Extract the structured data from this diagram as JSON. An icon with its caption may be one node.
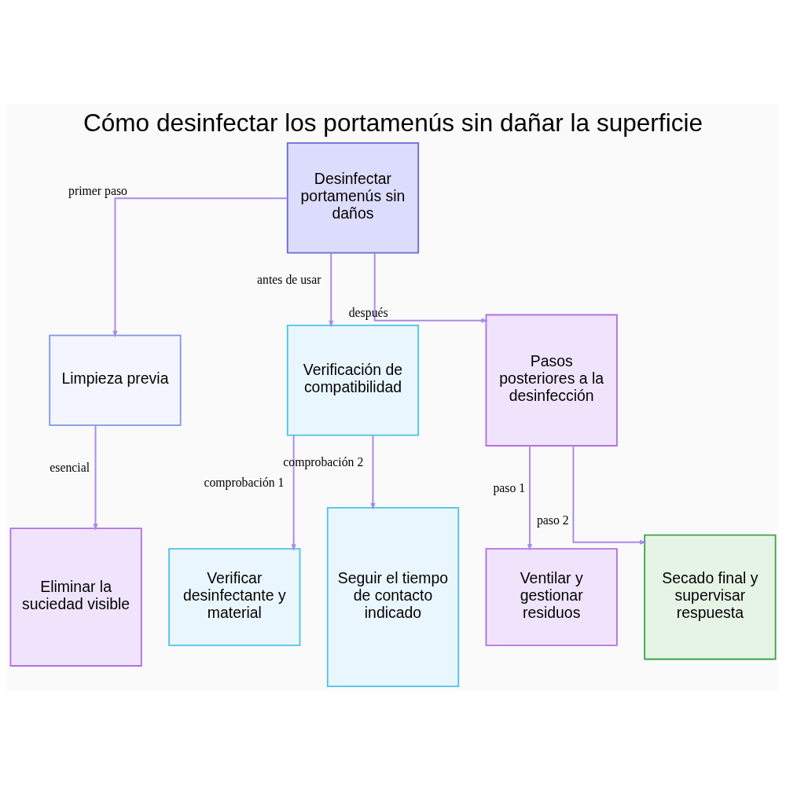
{
  "diagram": {
    "title": "Cómo desinfectar los portamenús sin dañar la superficie",
    "nodes": [
      {
        "text": [
          "Desinfectar portamenús sin daños"
        ]
      },
      {
        "text": [
          "Limpieza previa"
        ]
      },
      {
        "text": [
          "Verificación de compatibilidad"
        ]
      },
      {
        "text": [
          "Pasos posteriores a la desinfección"
        ]
      },
      {
        "text": [
          "Eliminar la suciedad visible"
        ]
      },
      {
        "text": [
          "Verificar desinfectante y material"
        ]
      },
      {
        "text": [
          "Seguir el tiempo de contacto indicado"
        ]
      },
      {
        "text": [
          "Ventilar y gestionar residuos"
        ]
      },
      {
        "text": [
          "Secado final y supervisar respuesta"
        ]
      }
    ],
    "edges": [
      {
        "from": 0,
        "to": 1,
        "arrow": "to",
        "label": "primer paso"
      },
      {
        "from": 0,
        "to": 2,
        "arrow": "to",
        "label": "antes de usar"
      },
      {
        "from": 0,
        "to": 3,
        "arrow": "to",
        "label": "después"
      },
      {
        "from": 1,
        "to": 4,
        "arrow": "to",
        "label": "esencial"
      },
      {
        "from": 2,
        "to": 5,
        "arrow": "to",
        "label": "comprobación 1"
      },
      {
        "from": 2,
        "to": 6,
        "arrow": "to",
        "label": "comprobación 2"
      },
      {
        "from": 3,
        "to": 7,
        "arrow": "to",
        "label": "paso 1"
      },
      {
        "from": 3,
        "to": 8,
        "arrow": "to",
        "label": "paso 2"
      }
    ]
  }
}
